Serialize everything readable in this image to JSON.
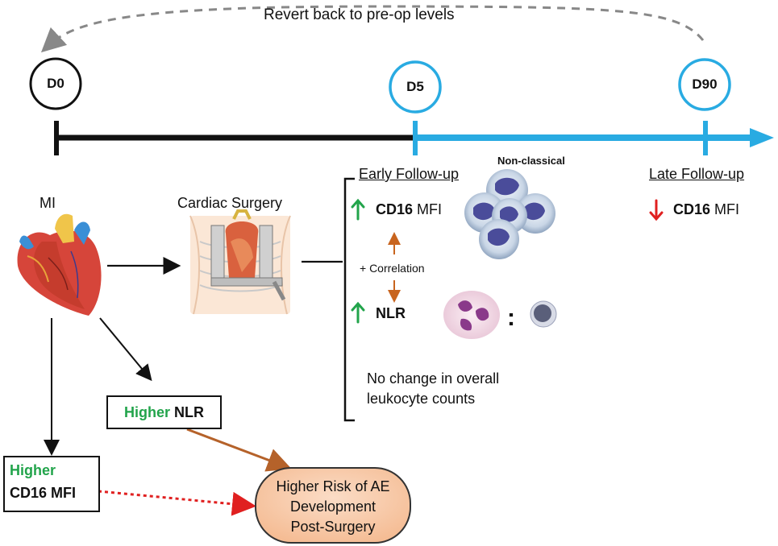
{
  "revert_label": "Revert back to pre-op levels",
  "timeline": {
    "nodes": [
      {
        "label": "D0"
      },
      {
        "label": "D5"
      },
      {
        "label": "D90"
      }
    ]
  },
  "mi_label": "MI",
  "surgery_label": "Cardiac Surgery",
  "early": {
    "title": "Early Follow-up",
    "cd16_bold": "CD16",
    "cd16_suffix": "MFI",
    "nonclassical_label": "Non-classical",
    "correlation_label": "+ Correlation",
    "nlr_label": "NLR",
    "ratio_symbol": ":",
    "no_change_line1": "No change in overall",
    "no_change_line2": "leukocyte counts"
  },
  "late": {
    "title": "Late Follow-up",
    "cd16_bold": "CD16",
    "cd16_suffix": "MFI"
  },
  "higher_nlr_box": {
    "higher": "Higher",
    "nlr": "NLR"
  },
  "higher_cd16_box": {
    "higher": "Higher",
    "line2": "CD16 MFI"
  },
  "risk_box": {
    "line1": "Higher Risk of AE",
    "line2": "Development",
    "line3": "Post-Surgery"
  },
  "colors": {
    "timeline_black": "#111111",
    "timeline_blue": "#29abe2",
    "up_arrow": "#22a44b",
    "down_arrow": "#e02020",
    "correlation_arrow": "#c8641e",
    "risk_fill": "#f7c6a3",
    "risk_stroke": "#333333",
    "dotted_red": "#e02020",
    "dashed_gray": "#888888"
  }
}
